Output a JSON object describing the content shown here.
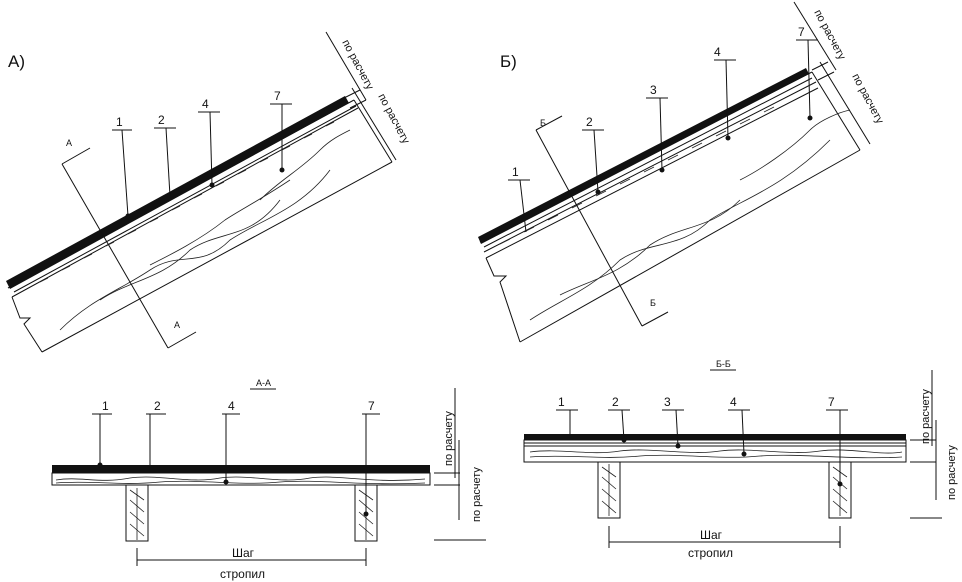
{
  "panel_a": {
    "title": "А)",
    "section_mark": "А",
    "leaders": [
      "1",
      "2",
      "4",
      "7"
    ],
    "dim_top": "по расчету",
    "dim_bottom": "по расчету"
  },
  "panel_b": {
    "title": "Б)",
    "section_mark": "Б",
    "leaders": [
      "1",
      "2",
      "3",
      "4",
      "7"
    ],
    "dim_top": "по расчету",
    "dim_bottom": "по расчету"
  },
  "section_a": {
    "title": "А-А",
    "leaders": [
      "1",
      "2",
      "4",
      "7"
    ],
    "dim_top": "по расчету",
    "dim_bottom": "по расчету",
    "spacing_line1": "Шаг",
    "spacing_line2": "стропил"
  },
  "section_b": {
    "title": "Б-Б",
    "leaders": [
      "1",
      "2",
      "3",
      "4",
      "7"
    ],
    "dim_top": "по расчету",
    "dim_bottom": "по расчету",
    "spacing_line1": "Шаг",
    "spacing_line2": "стропил"
  }
}
